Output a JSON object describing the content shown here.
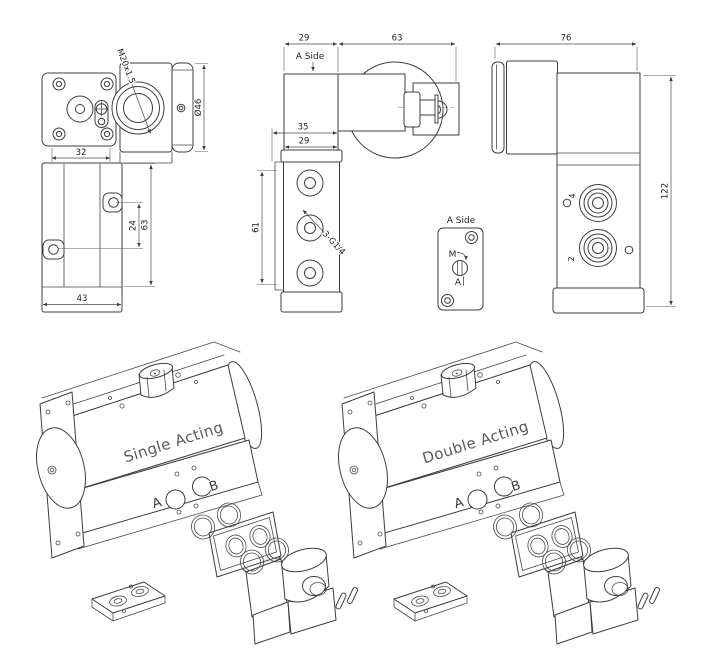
{
  "views": {
    "front": {
      "thread_label": "M20x1.5",
      "diameter_label": "Ø46",
      "dim_width_top": "32",
      "dim_hole_spacing": "24",
      "dim_body_height": "63",
      "dim_width_bottom": "43"
    },
    "side": {
      "dim_top_left": "29",
      "dim_top_right": "63",
      "a_side_label": "A Side",
      "dim_mid_upper": "35",
      "dim_mid_lower": "29",
      "dim_port_height": "61",
      "ports_label": "3-G1/4"
    },
    "rear": {
      "dim_width": "76",
      "dim_height": "122",
      "port_top_label": "4",
      "port_bottom_label": "2"
    },
    "detail": {
      "title": "A Side",
      "m_label": "M",
      "a_label": "A"
    }
  },
  "actuators": [
    {
      "label": "Single Acting",
      "port_a": "A",
      "port_b": "B"
    },
    {
      "label": "Double Acting",
      "port_a": "A",
      "port_b": "B"
    }
  ]
}
